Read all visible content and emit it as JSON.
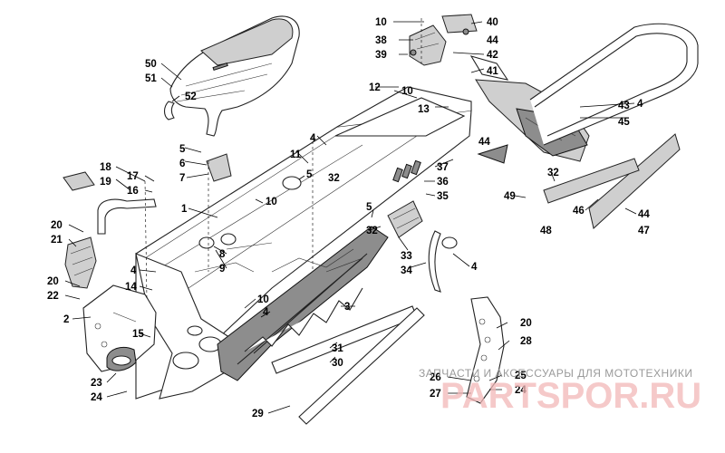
{
  "diagram": {
    "callouts": [
      {
        "id": "c10a",
        "text": "10"
      },
      {
        "id": "c40",
        "text": "40"
      },
      {
        "id": "c38",
        "text": "38"
      },
      {
        "id": "c44a",
        "text": "44"
      },
      {
        "id": "c39",
        "text": "39"
      },
      {
        "id": "c42",
        "text": "42"
      },
      {
        "id": "c41",
        "text": "41"
      },
      {
        "id": "c50",
        "text": "50"
      },
      {
        "id": "c51",
        "text": "51"
      },
      {
        "id": "c52",
        "text": "52"
      },
      {
        "id": "c12",
        "text": "12"
      },
      {
        "id": "c10b",
        "text": "10"
      },
      {
        "id": "c13",
        "text": "13"
      },
      {
        "id": "c4a",
        "text": "4"
      },
      {
        "id": "c43",
        "text": "43"
      },
      {
        "id": "c45",
        "text": "45"
      },
      {
        "id": "c44b",
        "text": "44"
      },
      {
        "id": "c5a",
        "text": "5"
      },
      {
        "id": "c4b",
        "text": "4"
      },
      {
        "id": "c11",
        "text": "11"
      },
      {
        "id": "c6",
        "text": "6"
      },
      {
        "id": "c7",
        "text": "7"
      },
      {
        "id": "c5b",
        "text": "5"
      },
      {
        "id": "c37",
        "text": "37"
      },
      {
        "id": "c18",
        "text": "18"
      },
      {
        "id": "c17",
        "text": "17"
      },
      {
        "id": "c19",
        "text": "19"
      },
      {
        "id": "c16",
        "text": "16"
      },
      {
        "id": "c32a",
        "text": "32"
      },
      {
        "id": "c36",
        "text": "36"
      },
      {
        "id": "c32b",
        "text": "32"
      },
      {
        "id": "c35",
        "text": "35"
      },
      {
        "id": "c49",
        "text": "49"
      },
      {
        "id": "c1",
        "text": "1"
      },
      {
        "id": "c10c",
        "text": "10"
      },
      {
        "id": "c5c",
        "text": "5"
      },
      {
        "id": "c46",
        "text": "46"
      },
      {
        "id": "c44c",
        "text": "44"
      },
      {
        "id": "c20a",
        "text": "20"
      },
      {
        "id": "c48",
        "text": "48"
      },
      {
        "id": "c47",
        "text": "47"
      },
      {
        "id": "c21",
        "text": "21"
      },
      {
        "id": "c32c",
        "text": "32"
      },
      {
        "id": "c8",
        "text": "8"
      },
      {
        "id": "c9",
        "text": "9"
      },
      {
        "id": "c33",
        "text": "33"
      },
      {
        "id": "c4c",
        "text": "4"
      },
      {
        "id": "c34",
        "text": "34"
      },
      {
        "id": "c20b",
        "text": "20"
      },
      {
        "id": "c4d",
        "text": "4"
      },
      {
        "id": "c22",
        "text": "22"
      },
      {
        "id": "c14",
        "text": "14"
      },
      {
        "id": "c10d",
        "text": "10"
      },
      {
        "id": "c2",
        "text": "2"
      },
      {
        "id": "c4e",
        "text": "4"
      },
      {
        "id": "c3",
        "text": "3"
      },
      {
        "id": "c20c",
        "text": "20"
      },
      {
        "id": "c15",
        "text": "15"
      },
      {
        "id": "c28",
        "text": "28"
      },
      {
        "id": "c31",
        "text": "31"
      },
      {
        "id": "c30",
        "text": "30"
      },
      {
        "id": "c23",
        "text": "23"
      },
      {
        "id": "c24a",
        "text": "24"
      },
      {
        "id": "c26",
        "text": "26"
      },
      {
        "id": "c25",
        "text": "25"
      },
      {
        "id": "c27",
        "text": "27"
      },
      {
        "id": "c24b",
        "text": "24"
      },
      {
        "id": "c29",
        "text": "29"
      }
    ]
  },
  "watermark": {
    "caption": "ЗАПЧАСТИ И АКСЕССУАРЫ ДЛЯ МОТОТЕХНИКИ",
    "brand": "PARTSPOR.RU"
  }
}
